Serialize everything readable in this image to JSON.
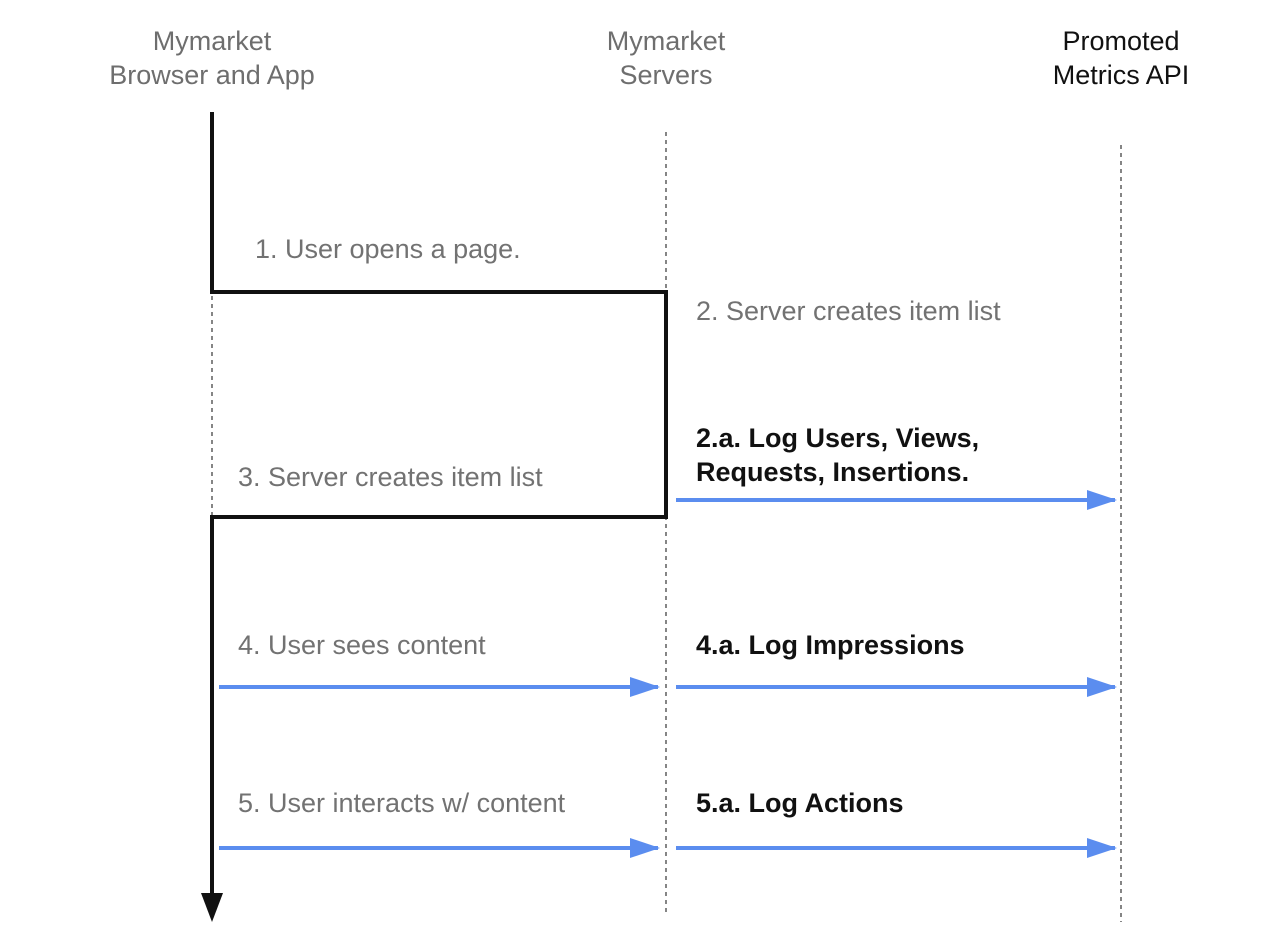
{
  "lanes": {
    "browser": {
      "line1": "Mymarket",
      "line2": "Browser and App"
    },
    "servers": {
      "line1": "Mymarket",
      "line2": "Servers"
    },
    "api": {
      "line1": "Promoted",
      "line2": "Metrics API"
    }
  },
  "steps": {
    "s1": "1. User opens a page.",
    "s2": "2. Server creates item list",
    "s2a_line1": "2.a. Log Users, Views,",
    "s2a_line2": "Requests, Insertions.",
    "s3": "3. Server creates item list",
    "s4": "4. User sees content",
    "s4a": "4.a. Log Impressions",
    "s5": "5. User interacts w/ content",
    "s5a": "5.a. Log Actions"
  },
  "colors": {
    "arrow": "#5b8def",
    "flow": "#111111",
    "lifeline": "#444444"
  }
}
